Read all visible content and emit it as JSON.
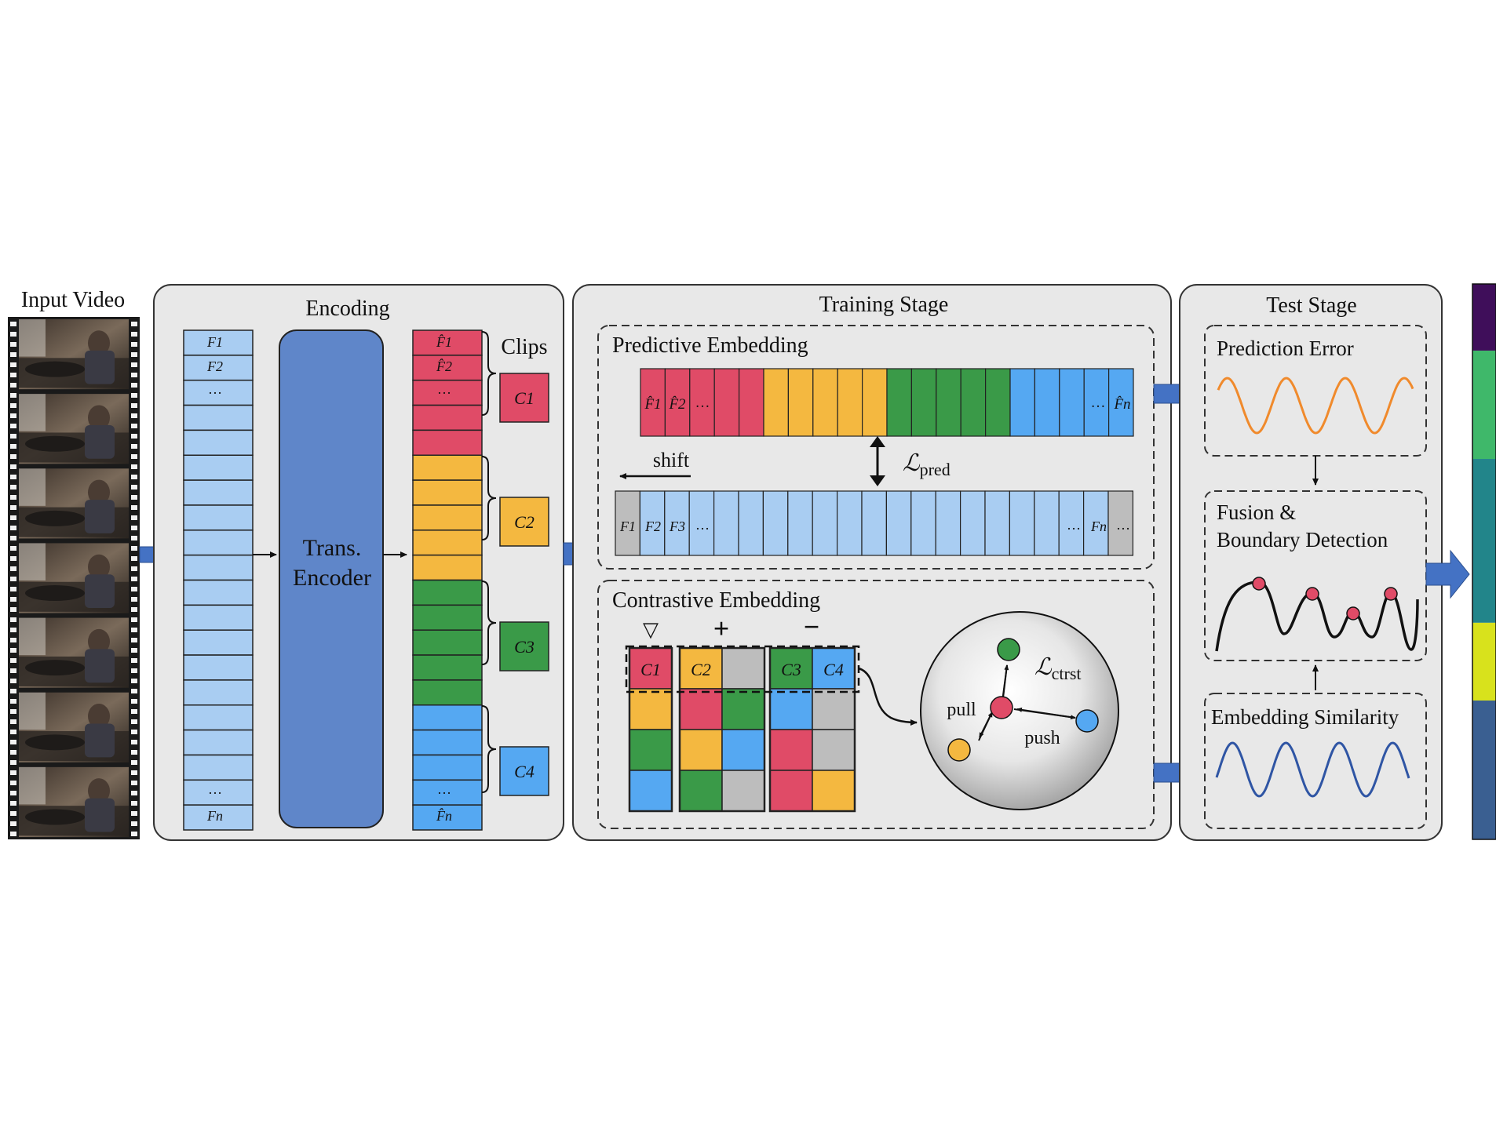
{
  "input_video": {
    "title": "Input Video",
    "frames": 7
  },
  "encoding": {
    "title": "Encoding",
    "input_features": {
      "first": "F1",
      "second": "F2",
      "ellipsis": "…",
      "last": "Fn"
    },
    "encoder_label_line1": "Trans.",
    "encoder_label_line2": "Encoder",
    "output_features": {
      "first": "F̂1",
      "second": "F̂2",
      "ellipsis": "…",
      "last": "F̂n"
    },
    "clips_title": "Clips",
    "clips": [
      {
        "label": "C1",
        "color": "#e04b67"
      },
      {
        "label": "C2",
        "color": "#f4b840"
      },
      {
        "label": "C3",
        "color": "#3a9a48"
      },
      {
        "label": "C4",
        "color": "#55a8f2"
      }
    ]
  },
  "training": {
    "title": "Training Stage",
    "predictive": {
      "title": "Predictive Embedding",
      "shift_label": "shift",
      "loss_main": "ℒ",
      "loss_sub": "pred",
      "top_labels": [
        "F̂1",
        "F̂2",
        "…"
      ],
      "top_last": [
        "…",
        "F̂n"
      ],
      "bottom_labels": [
        "F1",
        "F2",
        "F3",
        "…"
      ],
      "bottom_last": [
        "…",
        "Fn",
        "…"
      ]
    },
    "contrastive": {
      "title": "Contrastive Embedding",
      "anchor_symbol": "▽",
      "positive_symbol": "+",
      "negative_symbol": "−",
      "clip_labels": [
        "C1",
        "C2",
        "C3",
        "C4"
      ],
      "loss_main": "ℒ",
      "loss_sub": "ctrst",
      "pull_label": "pull",
      "push_label": "push"
    }
  },
  "test": {
    "title": "Test Stage",
    "prediction_error": "Prediction Error",
    "fusion_line1": "Fusion &",
    "fusion_line2": "Boundary Detection",
    "embedding_similarity": "Embedding Similarity"
  },
  "colors": {
    "red": "#e04b67",
    "yellow": "#f4b840",
    "green": "#3a9a48",
    "blue": "#55a8f2",
    "light_blue": "#a9cdf2",
    "gray": "#bdbdbd",
    "encoder": "#5f86c9",
    "arrow": "#4472c4",
    "orange_wave": "#f08a2c",
    "blue_wave": "#2f55a4"
  },
  "segmentation_bar": [
    "#3f0e5a",
    "#3fb86a",
    "#22858a",
    "#d8e21c",
    "#3a5f91"
  ]
}
